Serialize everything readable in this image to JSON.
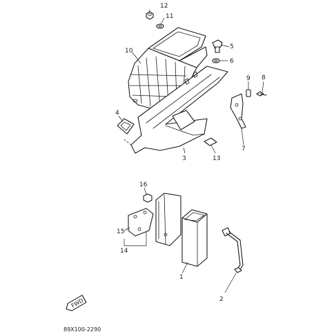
{
  "callouts": {
    "c1": "1",
    "c2": "2",
    "c3": "3",
    "c4": "4",
    "c5": "5",
    "c6": "6",
    "c7": "7",
    "c8": "8",
    "c9": "9",
    "c10": "10",
    "c11": "11",
    "c12": "12",
    "c13": "13",
    "c14": "14",
    "c15": "15",
    "c16": "16"
  },
  "front_badge": "FWD",
  "diagram_code": "89X100-2290"
}
